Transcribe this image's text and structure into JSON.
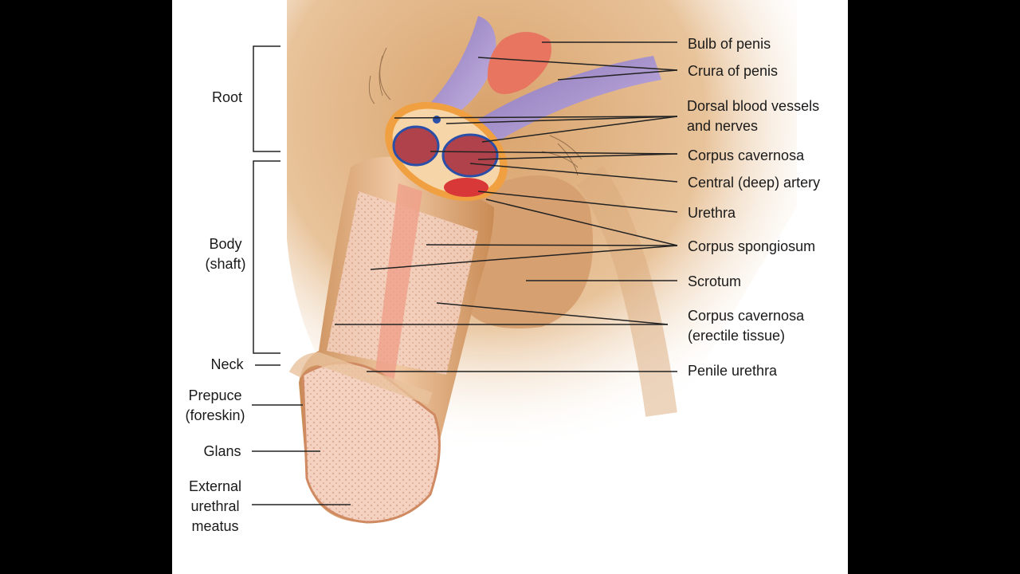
{
  "labels_left": {
    "root": "Root",
    "body": "Body\n(shaft)",
    "neck": "Neck",
    "prepuce": "Prepuce\n(foreskin)",
    "glans": "Glans",
    "meatus": "External\nurethral\nmeatus"
  },
  "labels_right": {
    "bulb": "Bulb of penis",
    "crura": "Crura of penis",
    "dorsal": "Dorsal blood vessels\nand nerves",
    "corpus_cavernosa": "Corpus cavernosa",
    "central_artery": "Central (deep) artery",
    "urethra": "Urethra",
    "corpus_spongiosum": "Corpus spongiosum",
    "scrotum": "Scrotum",
    "corpus_cavernosa_erectile": "Corpus cavernosa\n(erectile tissue)",
    "penile_urethra": "Penile urethra"
  }
}
